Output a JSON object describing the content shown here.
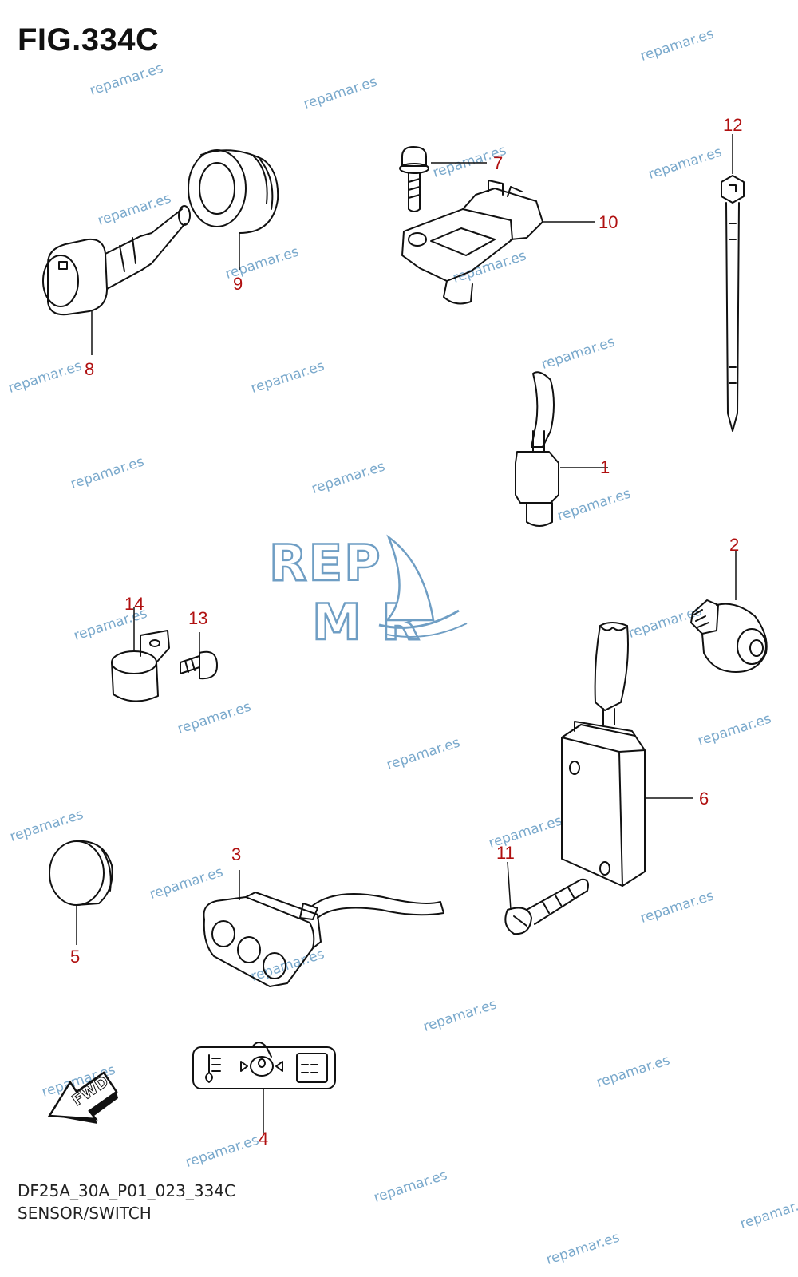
{
  "figure": {
    "title": "FIG.334C",
    "ref_code": "DF25A_30A_P01_023_334C",
    "caption": "SENSOR/SWITCH"
  },
  "callouts": {
    "c1": "1",
    "c2": "2",
    "c3": "3",
    "c4": "4",
    "c5": "5",
    "c6": "6",
    "c7": "7",
    "c8": "8",
    "c9": "9",
    "c10": "10",
    "c11": "11",
    "c12": "12",
    "c13": "13",
    "c14": "14"
  },
  "logo": {
    "line1": "REP",
    "line2": "M R"
  },
  "fwd_label": "FWD",
  "watermark": "repamar.es",
  "colors": {
    "callout": "#b01010",
    "watermark": "#7aa9cc",
    "line": "#111111",
    "logo": "#6f9ec4"
  }
}
